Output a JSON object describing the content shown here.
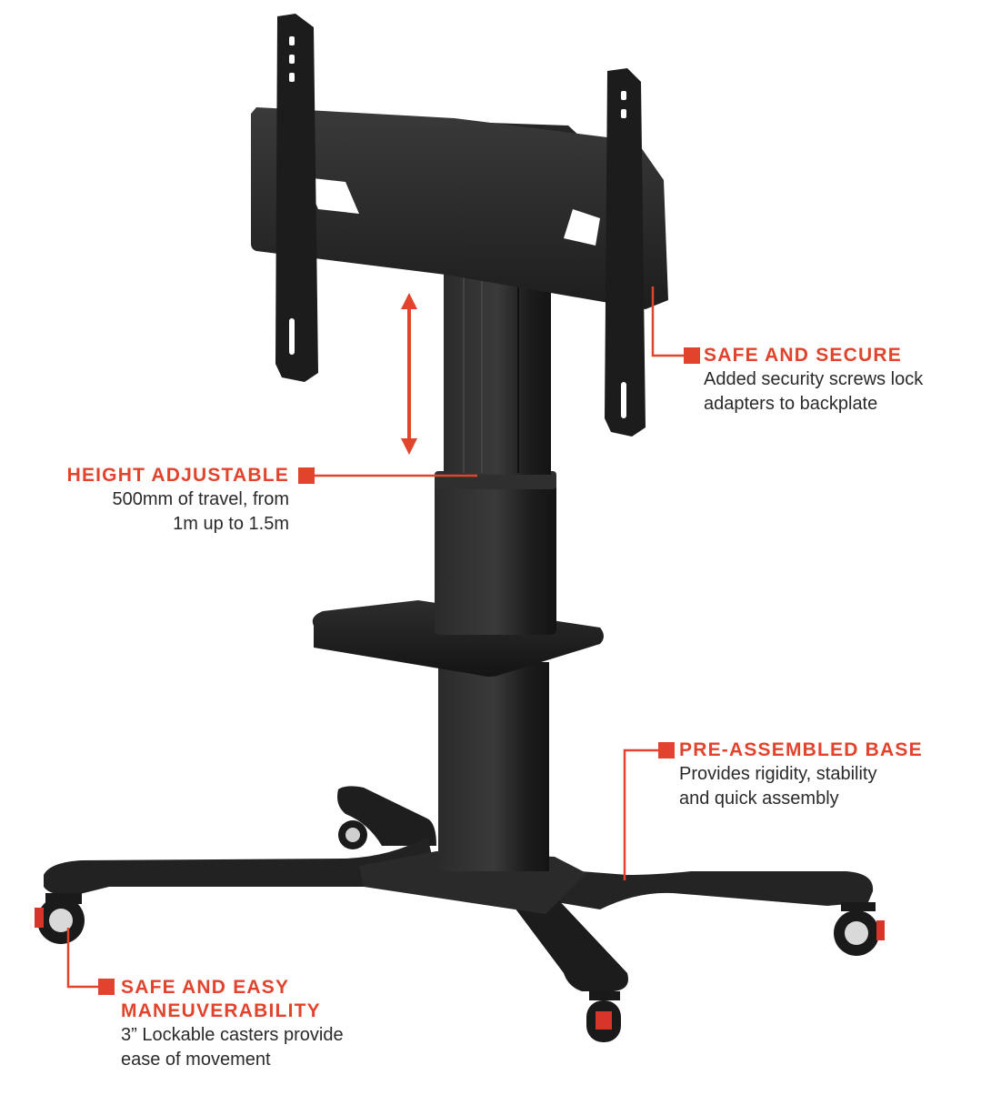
{
  "colors": {
    "accent": "#e2432d",
    "product": "#1f1f1f",
    "text": "#2a2a2a"
  },
  "callouts": {
    "safe_secure": {
      "title": "SAFE AND SECURE",
      "desc_line1": "Added security screws lock",
      "desc_line2": "adapters to backplate"
    },
    "height": {
      "title": "HEIGHT ADJUSTABLE",
      "desc_line1": "500mm of travel, from",
      "desc_line2": "1m up to 1.5m"
    },
    "base": {
      "title": "PRE-ASSEMBLED BASE",
      "desc_line1": "Provides rigidity, stability",
      "desc_line2": "and quick assembly"
    },
    "maneuver": {
      "title_line1": "SAFE AND EASY",
      "title_line2": "MANEUVERABILITY",
      "desc_line1": "3” Lockable casters provide",
      "desc_line2": "ease of movement"
    }
  }
}
